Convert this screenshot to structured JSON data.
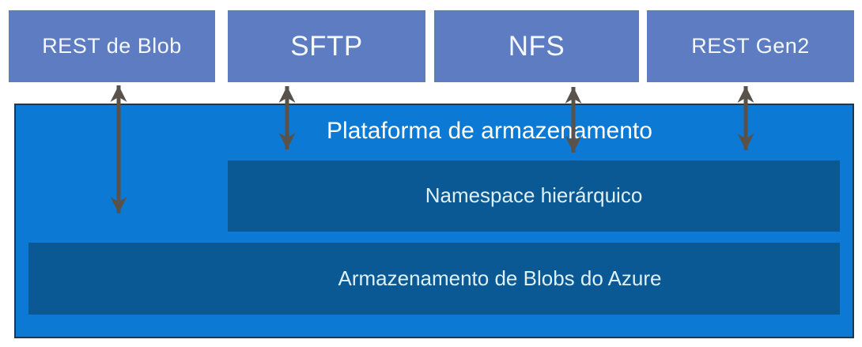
{
  "diagram": {
    "title": "Plataforma de armazenamento",
    "protocol_boxes": [
      {
        "label": "REST de Blob"
      },
      {
        "label": "SFTP"
      },
      {
        "label": "NFS"
      },
      {
        "label": "REST Gen2"
      }
    ],
    "inner_boxes": [
      {
        "label": "Namespace hierárquico"
      },
      {
        "label": "Armazenamento de Blobs do Azure"
      }
    ],
    "colors": {
      "protocol_box": "#5d7cc1",
      "protocol_text": "#f5f8fc",
      "platform": "#0c7ad4",
      "platform_border": "#17395c",
      "inner_box": "#0a5894",
      "inner_text": "#dcf0f6",
      "title_text": "#ffffff",
      "arrow": "#58524b",
      "background": "#ffffff"
    }
  }
}
